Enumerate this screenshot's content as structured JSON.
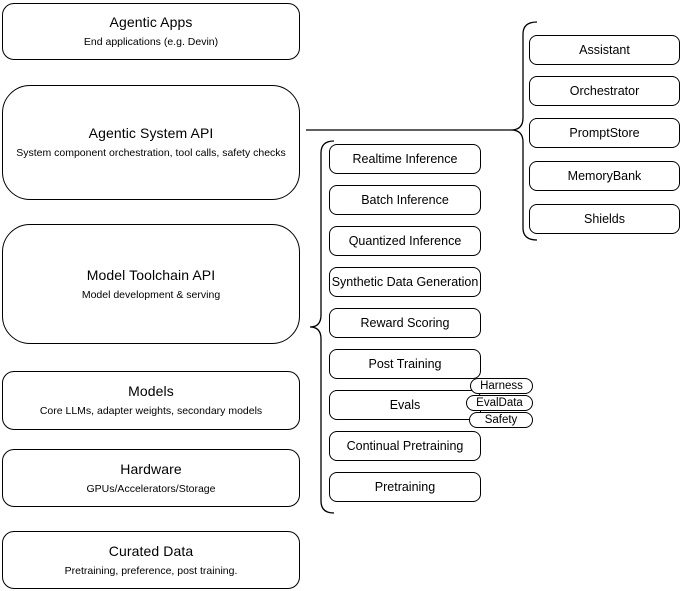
{
  "diagram": {
    "left_column": [
      {
        "title": "Agentic Apps",
        "subtitle": "End applications (e.g. Devin)"
      },
      {
        "title": "Agentic System API",
        "subtitle": "System component orchestration, tool calls, safety checks"
      },
      {
        "title": "Model Toolchain API",
        "subtitle": "Model development & serving"
      },
      {
        "title": "Models",
        "subtitle": "Core LLMs, adapter weights, secondary models"
      },
      {
        "title": "Hardware",
        "subtitle": "GPUs/Accelerators/Storage"
      },
      {
        "title": "Curated Data",
        "subtitle": "Pretraining, preference, post training."
      }
    ],
    "toolchain_components": [
      "Realtime Inference",
      "Batch Inference",
      "Quantized Inference",
      "Synthetic Data Generation",
      "Reward Scoring",
      "Post Training",
      "Evals",
      "Continual Pretraining",
      "Pretraining"
    ],
    "eval_tags": [
      "Harness",
      "EvalData",
      "Safety"
    ],
    "system_components": [
      "Assistant",
      "Orchestrator",
      "PromptStore",
      "MemoryBank",
      "Shields"
    ],
    "colors": {
      "border": "#000000",
      "background": "#ffffff",
      "text": "#000000"
    }
  }
}
